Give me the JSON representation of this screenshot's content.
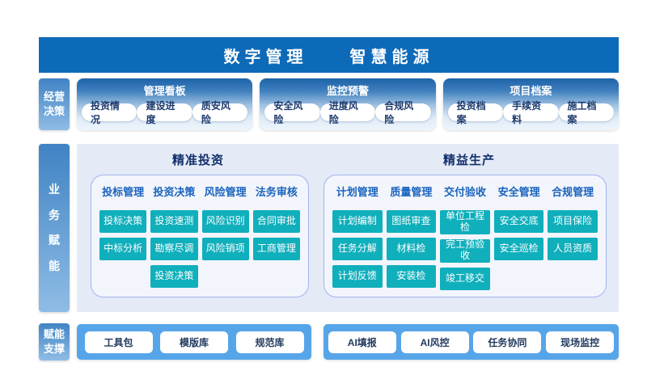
{
  "banner": {
    "title": "数字管理　　智慧能源"
  },
  "decision_row": {
    "sidebar_label": "经营\n决策",
    "panels": [
      {
        "title": "管理看板",
        "pills": [
          "投资情况",
          "建设进度",
          "质安风险"
        ]
      },
      {
        "title": "监控预警",
        "pills": [
          "安全风险",
          "进度风险",
          "合规风险"
        ]
      },
      {
        "title": "项目档案",
        "pills": [
          "投资档案",
          "手续资料",
          "施工档案"
        ]
      }
    ]
  },
  "business_row": {
    "sidebar_label": "业\n务\n赋\n能",
    "sections": [
      {
        "title": "精准投资",
        "columns": [
          {
            "header": "投标管理",
            "items": [
              "投标决策",
              "中标分析"
            ]
          },
          {
            "header": "投资决策",
            "items": [
              "投资速测",
              "勘察尽调",
              "投资决策"
            ]
          },
          {
            "header": "风险管理",
            "items": [
              "风险识别",
              "风险销项"
            ]
          },
          {
            "header": "法务审核",
            "items": [
              "合同审批",
              "工商管理"
            ]
          }
        ]
      },
      {
        "title": "精益生产",
        "columns": [
          {
            "header": "计划管理",
            "items": [
              "计划编制",
              "任务分解",
              "计划反馈"
            ]
          },
          {
            "header": "质量管理",
            "items": [
              "图纸审查",
              "材料检",
              "安装检"
            ]
          },
          {
            "header": "交付验收",
            "items": [
              "单位工程\n检",
              "完工预验\n收",
              "竣工移交"
            ]
          },
          {
            "header": "安全管理",
            "items": [
              "安全交底",
              "安全巡检"
            ]
          },
          {
            "header": "合规管理",
            "items": [
              "项目保险",
              "人员资质"
            ]
          }
        ]
      }
    ]
  },
  "support_row": {
    "sidebar_label": "赋能\n支撑",
    "groups": [
      {
        "buttons": [
          "工具包",
          "模版库",
          "规范库"
        ]
      },
      {
        "buttons": [
          "AI填报",
          "AI风控",
          "任务协同",
          "现场监控"
        ]
      }
    ]
  },
  "colors": {
    "banner_blue": "#0d6ab8",
    "module_teal": "#10afbc",
    "support_bar_blue": "#57a5e9",
    "panel_background": "#e4eaf6",
    "box_border": "#a3b3ee",
    "header_blue": "#1a63be",
    "title_navy": "#12306b"
  }
}
